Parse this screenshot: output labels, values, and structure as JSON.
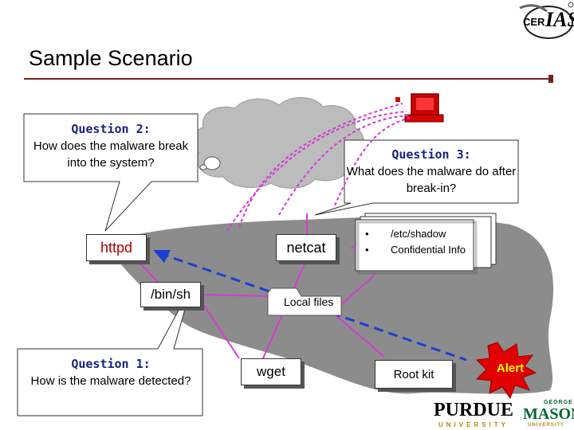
{
  "slide": {
    "title": "Sample Scenario"
  },
  "callouts": {
    "q2": {
      "head": "Question 2:",
      "body": "How does the malware break into the system?"
    },
    "q3": {
      "head": "Question 3:",
      "body": "What does the malware do after break-in?"
    },
    "q1": {
      "head": "Question 1:",
      "body": "How is the malware detected?"
    }
  },
  "nodes": {
    "httpd": "httpd",
    "netcat": "netcat",
    "binsh": "/bin/sh",
    "wget": "wget",
    "rootkit": "Root kit",
    "local_files": "Local files"
  },
  "stolen_items": [
    "/etc/shadow",
    "Confidential Info"
  ],
  "alert": "Alert",
  "logos": {
    "cerias": "CERIAS",
    "cerias_short": "CER",
    "purdue": "PURDUE",
    "purdue_sub": "UNIVERSITY",
    "george": "GEORGE",
    "mason": "MASON",
    "mason_sub": "UNIVERSITY"
  },
  "colors": {
    "title_rule": "#7a1f1f",
    "link_pink": "#d63ad6",
    "link_dashed": "#1a3fd6",
    "question_head": "#1a237e",
    "httpd_text": "#b00000",
    "alert_fill": "#e00000",
    "alert_text": "#ffff00",
    "host_region": "#8c8c8c",
    "cloud_fill": "#bcbcbc",
    "computer_red": "#d90000",
    "purdue_gold": "#b8860b",
    "mason_green": "#006633"
  }
}
